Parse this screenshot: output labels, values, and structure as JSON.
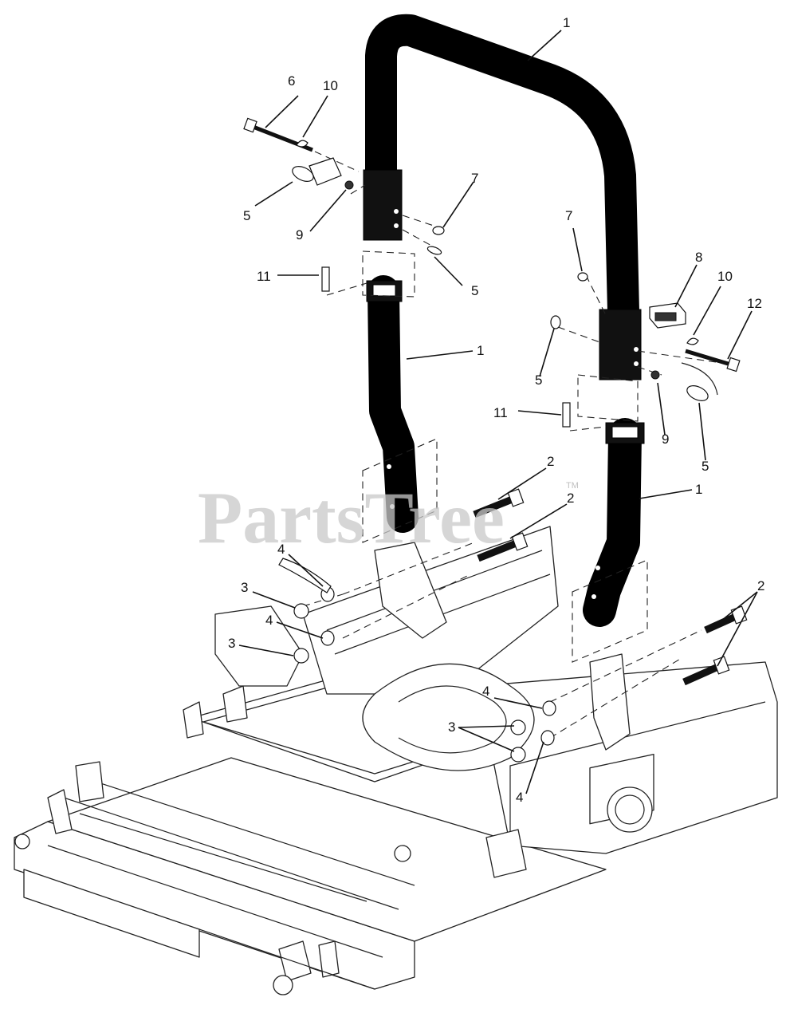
{
  "diagram": {
    "watermark": "PartsTree",
    "watermark_tm": "TM",
    "callouts": [
      {
        "id": "c1a",
        "label": "1"
      },
      {
        "id": "c1b",
        "label": "1"
      },
      {
        "id": "c1c",
        "label": "1"
      },
      {
        "id": "c2a",
        "label": "2"
      },
      {
        "id": "c2b",
        "label": "2"
      },
      {
        "id": "c2c",
        "label": "2"
      },
      {
        "id": "c3a",
        "label": "3"
      },
      {
        "id": "c3b",
        "label": "3"
      },
      {
        "id": "c3c",
        "label": "3"
      },
      {
        "id": "c4a",
        "label": "4"
      },
      {
        "id": "c4b",
        "label": "4"
      },
      {
        "id": "c4c",
        "label": "4"
      },
      {
        "id": "c4d",
        "label": "4"
      },
      {
        "id": "c5a",
        "label": "5"
      },
      {
        "id": "c5b",
        "label": "5"
      },
      {
        "id": "c5c",
        "label": "5"
      },
      {
        "id": "c5d",
        "label": "5"
      },
      {
        "id": "c6",
        "label": "6"
      },
      {
        "id": "c7a",
        "label": "7"
      },
      {
        "id": "c7b",
        "label": "7"
      },
      {
        "id": "c8",
        "label": "8"
      },
      {
        "id": "c9a",
        "label": "9"
      },
      {
        "id": "c9b",
        "label": "9"
      },
      {
        "id": "c10a",
        "label": "10"
      },
      {
        "id": "c10b",
        "label": "10"
      },
      {
        "id": "c11a",
        "label": "11"
      },
      {
        "id": "c11b",
        "label": "11"
      },
      {
        "id": "c12",
        "label": "12"
      }
    ]
  }
}
